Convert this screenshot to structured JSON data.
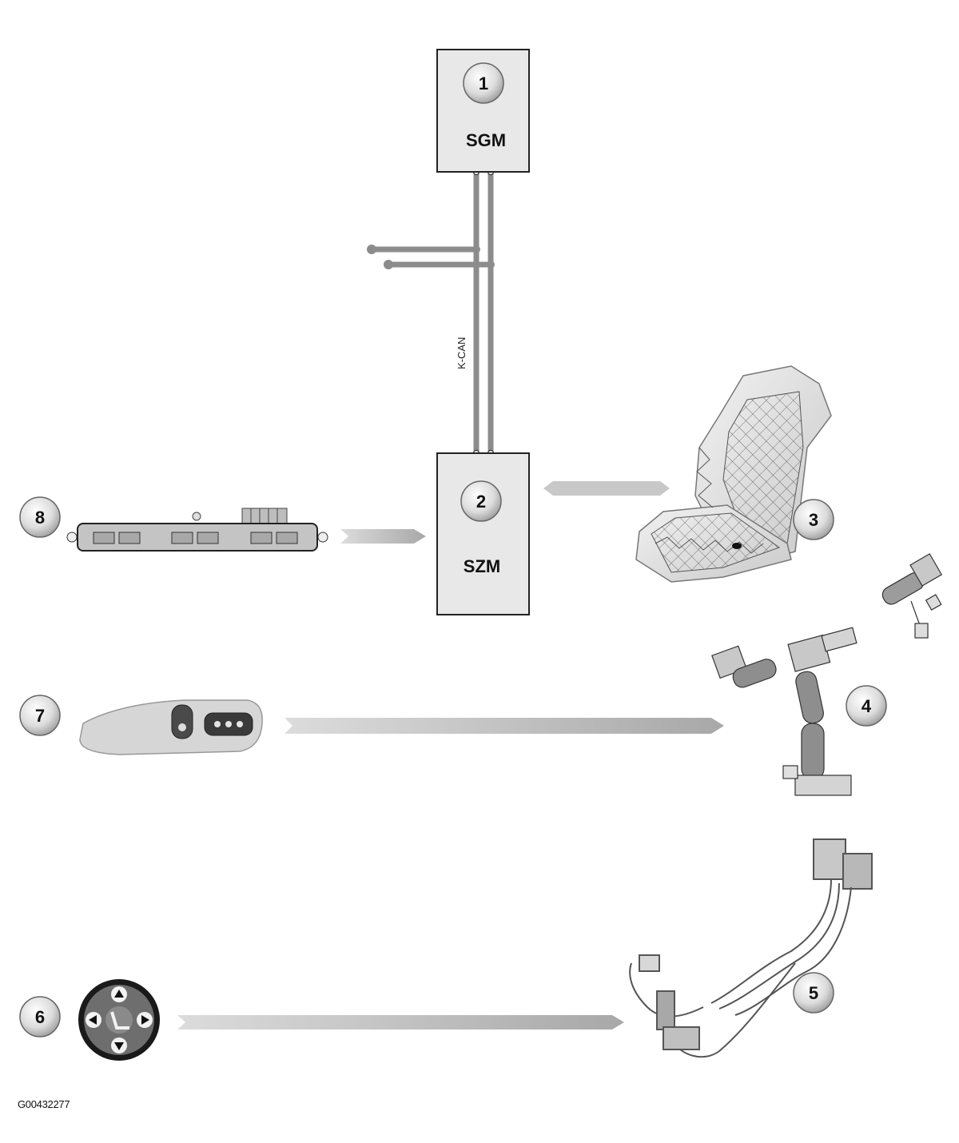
{
  "boxes": {
    "sgm": {
      "number": "1",
      "label": "SGM"
    },
    "szm": {
      "number": "2",
      "label": "SZM"
    }
  },
  "bus": {
    "label": "K-CAN"
  },
  "components": [
    {
      "number": "3",
      "icon": "seat-heating-mat-icon"
    },
    {
      "number": "4",
      "icon": "seat-adjustment-motors-icon"
    },
    {
      "number": "5",
      "icon": "wiring-harness-icon"
    },
    {
      "number": "6",
      "icon": "seat-adjust-switch-icon"
    },
    {
      "number": "7",
      "icon": "seat-switch-panel-icon"
    },
    {
      "number": "8",
      "icon": "switch-block-icon"
    }
  ],
  "reference_code": "G00432277",
  "colors": {
    "line": "#8c8c8c",
    "box_fill": "#e8e8e8",
    "arrow": "#c4c4c4",
    "badge": "#d8d8d8"
  }
}
